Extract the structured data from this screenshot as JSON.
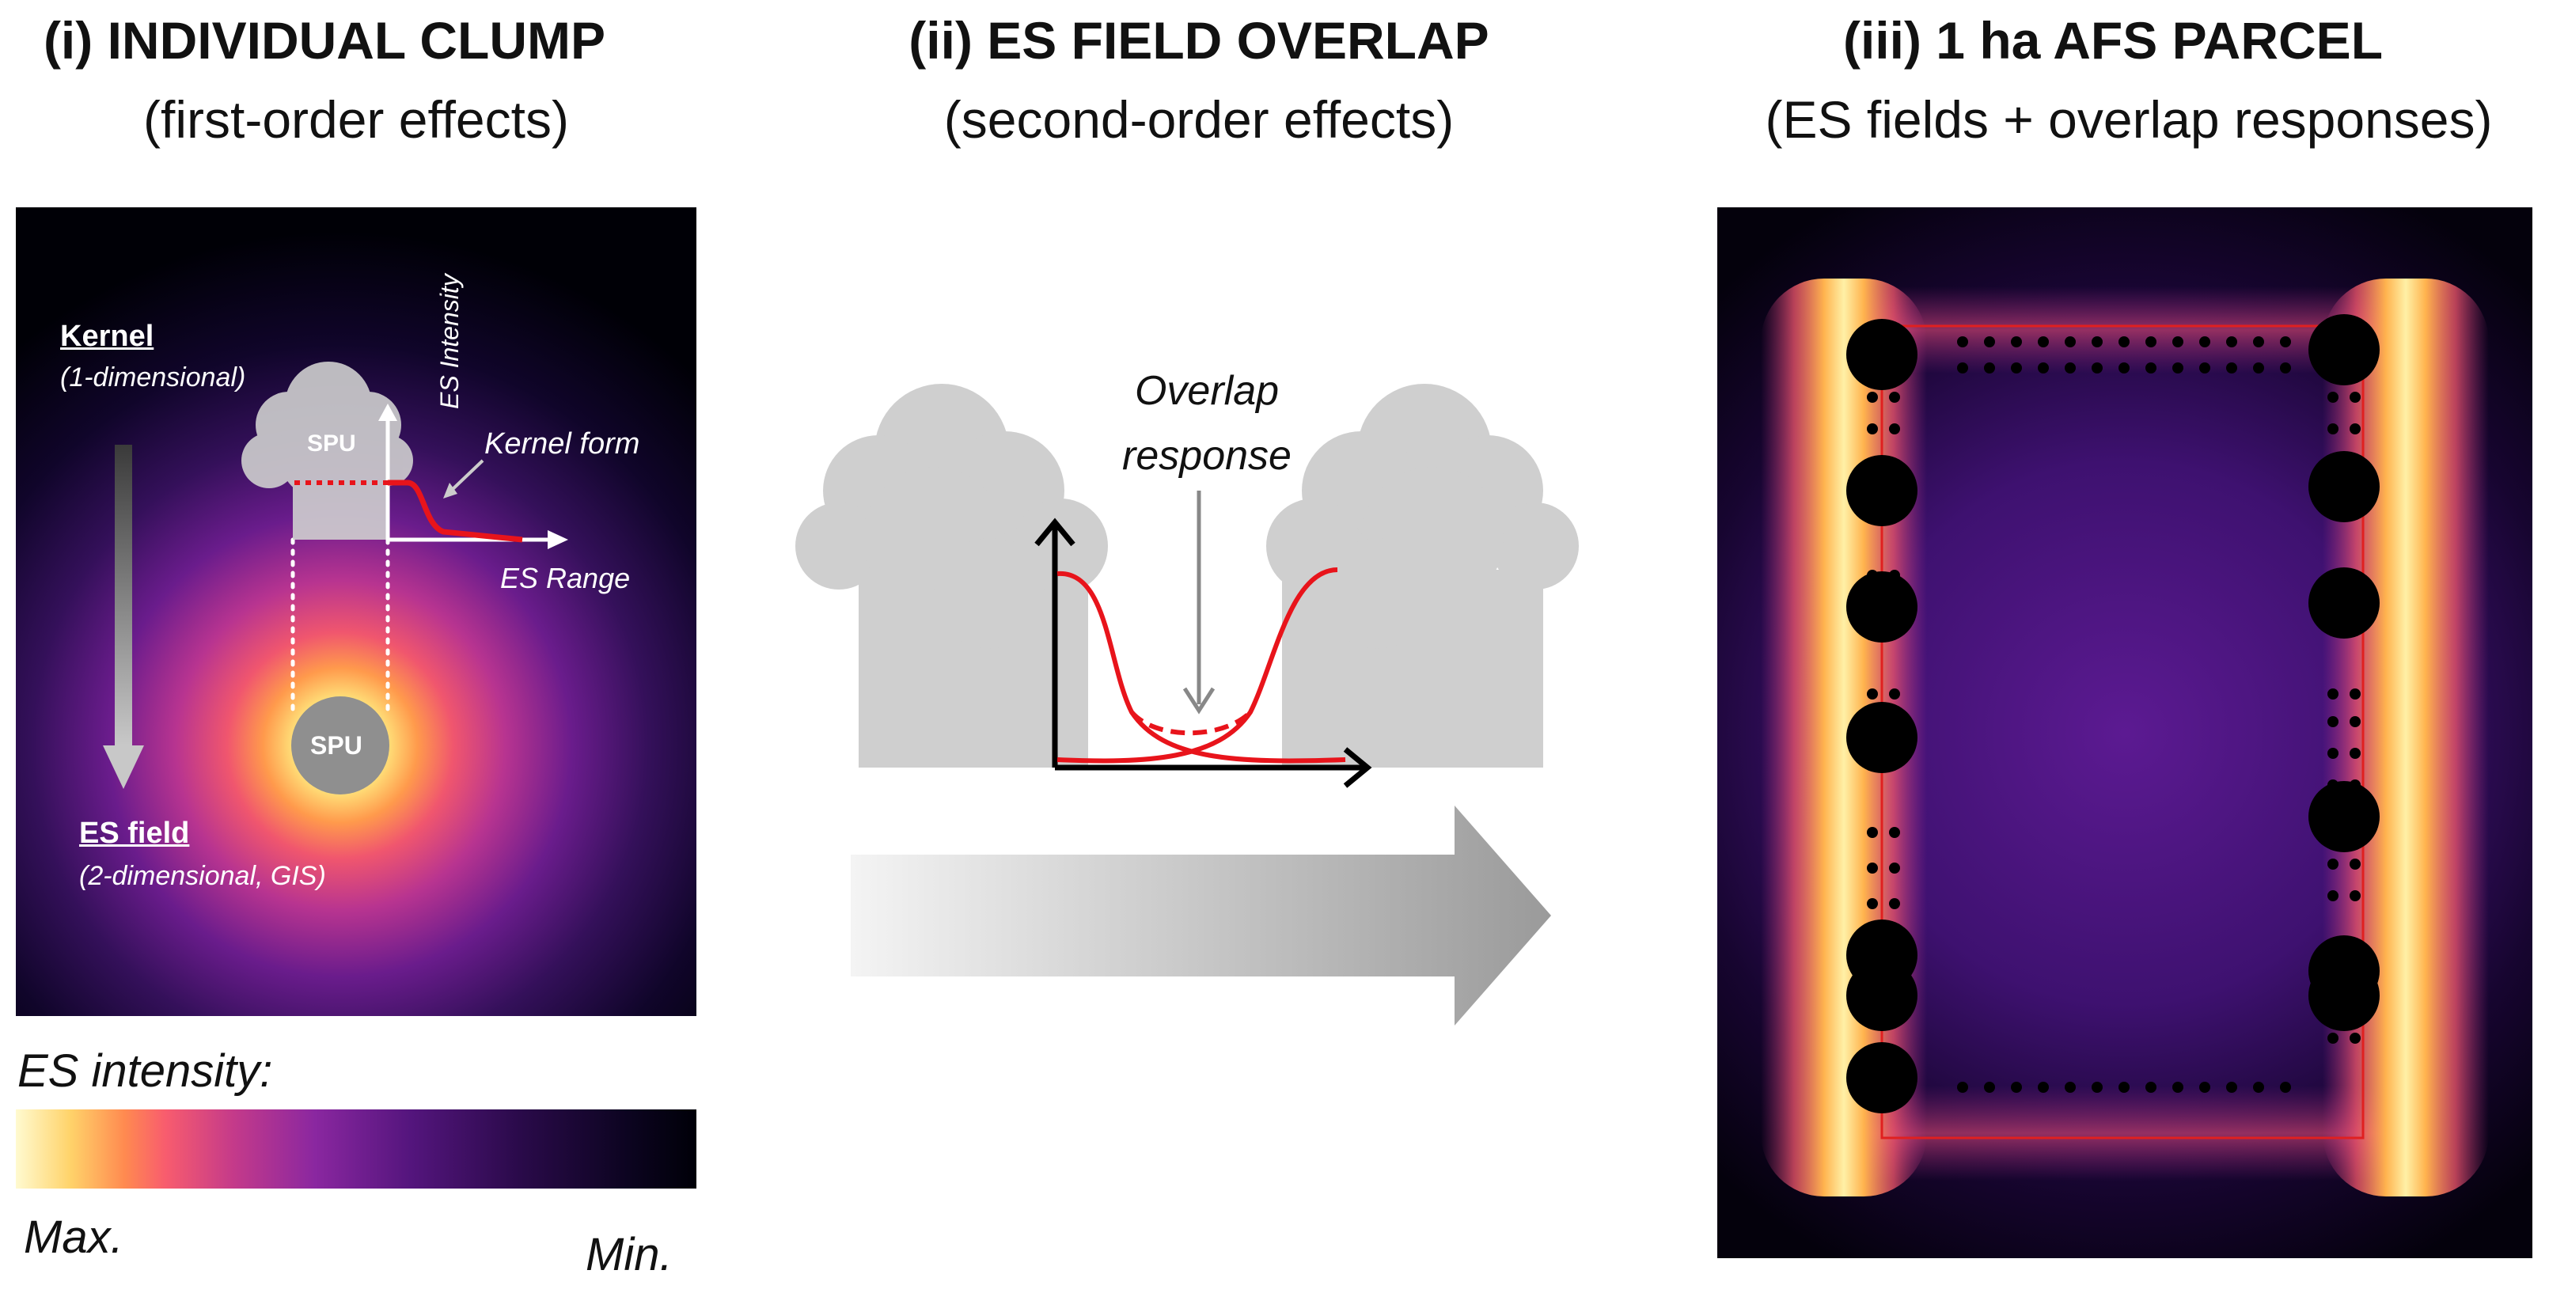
{
  "panels": {
    "p1": {
      "title": "(i) INDIVIDUAL CLUMP",
      "subtitle": "(first-order effects)"
    },
    "p2": {
      "title": "(ii) ES FIELD OVERLAP",
      "subtitle": "(second-order effects)"
    },
    "p3": {
      "title": "(iii) 1 ha AFS PARCEL",
      "subtitle": "(ES fields + overlap responses)"
    }
  },
  "clump": {
    "kernel_label": "Kernel",
    "kernel_sub": "(1-dimensional)",
    "es_field_label": "ES field",
    "es_field_sub": "(2-dimensional, GIS)",
    "spu_top": "SPU",
    "spu_bottom": "SPU",
    "y_axis": "ES Intensity",
    "x_axis": "ES Range",
    "kernel_form": "Kernel form"
  },
  "overlap": {
    "label_line1": "Overlap",
    "label_line2": "response"
  },
  "legend": {
    "title": "ES intensity:",
    "max": "Max.",
    "min": "Min."
  },
  "colors": {
    "kernel_curve": "#e8141b",
    "parcel_border": "#e02020",
    "tree_gray": "#cfcfcf",
    "arrow_gray": "#9a9a9a"
  }
}
